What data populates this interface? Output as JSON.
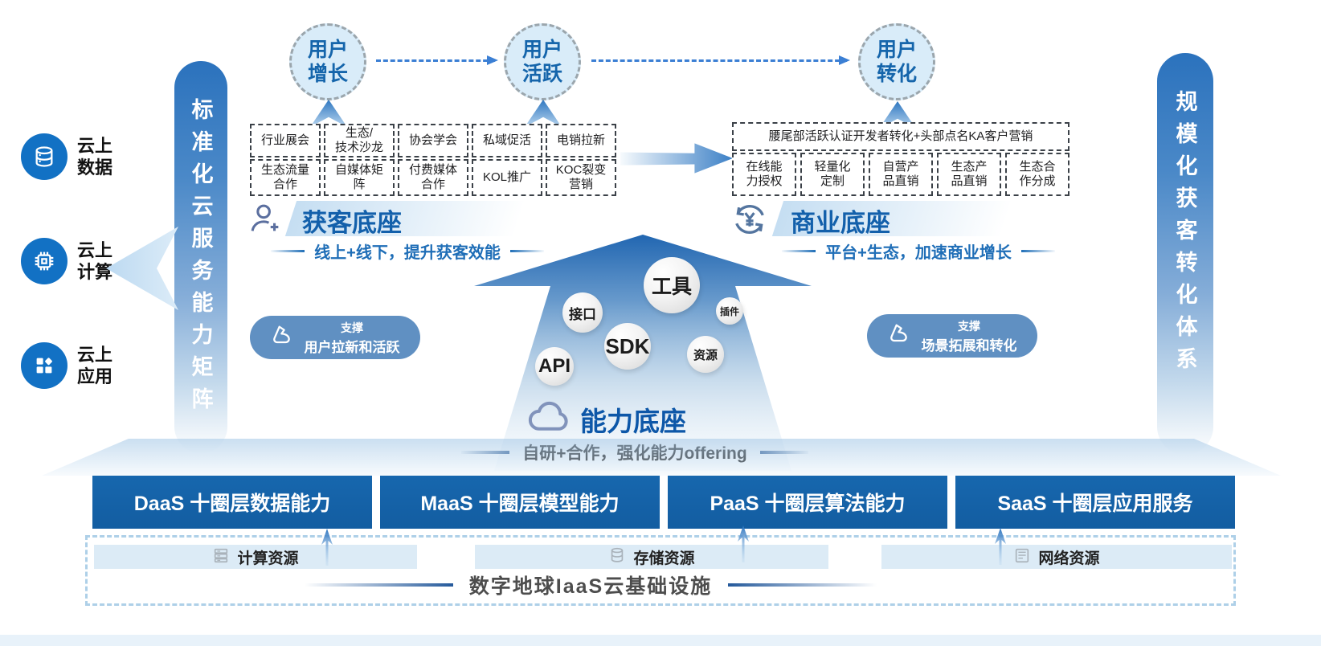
{
  "left_panel": {
    "pill": "标准化云服务能力矩阵",
    "items": [
      {
        "icon": "database-icon",
        "label": "云上\n数据"
      },
      {
        "icon": "chip-icon",
        "label": "云上\n计算"
      },
      {
        "icon": "apps-icon",
        "label": "云上\n应用"
      }
    ]
  },
  "right_panel": {
    "pill": "规模化获客转化体系"
  },
  "flow": {
    "stages": [
      {
        "label": "用户\n增长"
      },
      {
        "label": "用户\n活跃"
      },
      {
        "label": "用户\n转化"
      }
    ]
  },
  "acquisition": {
    "title": "获客底座",
    "subtitle": "线上+线下，提升获客效能",
    "channels_row1": [
      "行业展会",
      "生态/\n技术沙龙",
      "协会学会",
      "私域促活",
      "电销拉新"
    ],
    "channels_row2": [
      "生态流量\n合作",
      "自媒体矩\n阵",
      "付费媒体\n合作",
      "KOL推广",
      "KOC裂变\n营销"
    ],
    "support": {
      "line1": "支撑",
      "line2": "用户拉新和活跃"
    }
  },
  "business": {
    "title": "商业底座",
    "subtitle": "平台+生态，加速商业增长",
    "header": "腰尾部活跃认证开发者转化+头部点名KA客户营销",
    "channels": [
      "在线能\n力授权",
      "轻量化\n定制",
      "自营产\n品直销",
      "生态产\n品直销",
      "生态合\n作分成"
    ],
    "support": {
      "line1": "支撑",
      "line2": "场景拓展和转化"
    }
  },
  "capability": {
    "title": "能力底座",
    "subtitle": "自研+合作，强化能力offering",
    "bubbles": [
      {
        "label": "API"
      },
      {
        "label": "SDK"
      },
      {
        "label": "接口"
      },
      {
        "label": "工具"
      },
      {
        "label": "插件"
      },
      {
        "label": "资源"
      }
    ]
  },
  "platforms": [
    "DaaS 十圈层数据能力",
    "MaaS 十圈层模型能力",
    "PaaS 十圈层算法能力",
    "SaaS 十圈层应用服务"
  ],
  "infrastructure": {
    "resources": [
      {
        "icon": "server-icon",
        "label": "计算资源"
      },
      {
        "icon": "storage-icon",
        "label": "存储资源"
      },
      {
        "icon": "network-icon",
        "label": "网络资源"
      }
    ],
    "caption": "数字地球IaaS云基础设施"
  },
  "colors": {
    "primary_blue": "#1565ab",
    "badge_blue": "#6090c2",
    "circle_fill": "#d9ecf9",
    "strip_fill": "#dcebf6",
    "dashed_arrow": "#3b7fd4"
  }
}
